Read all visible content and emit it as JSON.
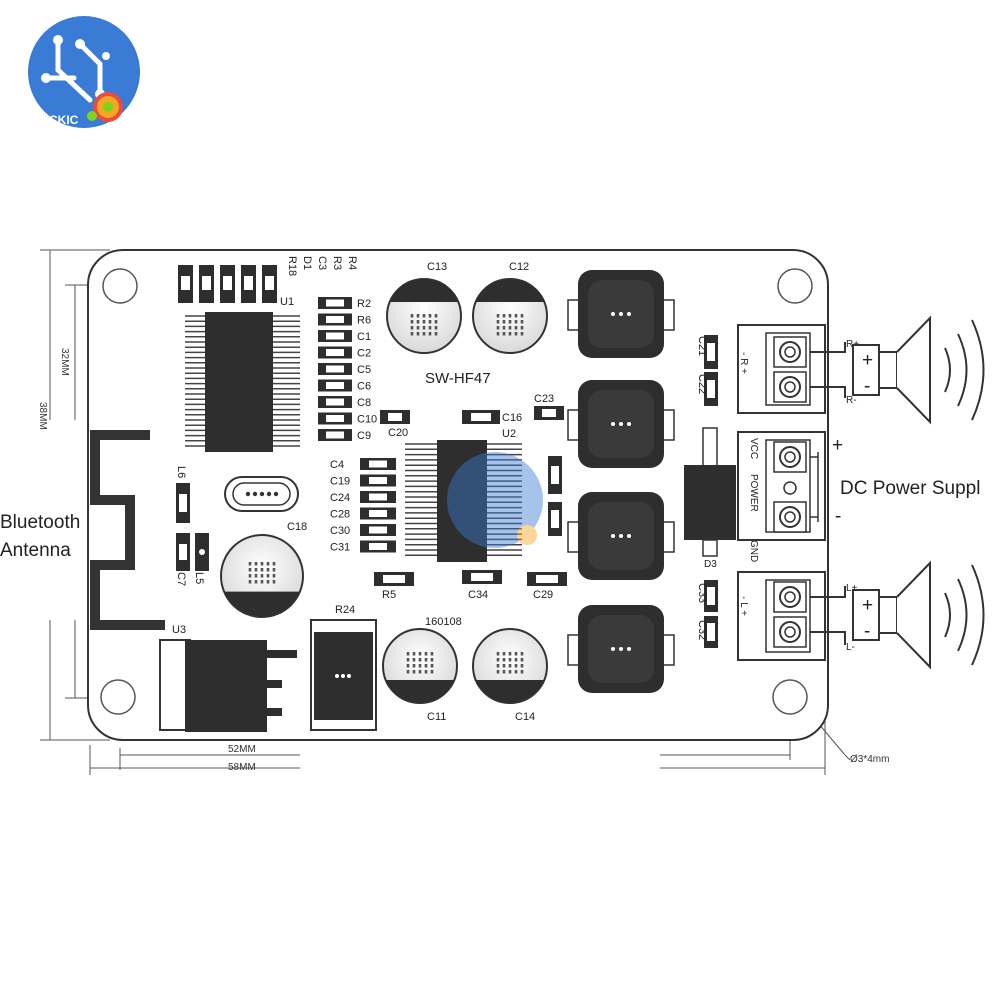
{
  "logo": {
    "brand": "OCCKIC",
    "circle_color": "#3a7bd5",
    "gear_colors": [
      "#e94b3c",
      "#f5a623",
      "#7ed321"
    ]
  },
  "board": {
    "model": "SW-HF47",
    "chip_code": "160108",
    "chips": {
      "u1": "U1",
      "u2": "U2",
      "u3": "U3",
      "r24": "R24"
    },
    "capacitors": {
      "c13": "C13",
      "c12": "C12",
      "c11": "C11",
      "c14": "C14",
      "c18": "C18"
    },
    "top_small": [
      "R18",
      "D1",
      "C3",
      "R3",
      "R4"
    ],
    "left_column": [
      "R2",
      "R6",
      "C1",
      "C2",
      "C5",
      "C6",
      "C8",
      "C10",
      "C9"
    ],
    "lower_column": [
      "C4",
      "C19",
      "C24",
      "C28",
      "C30",
      "C31"
    ],
    "misc": {
      "c20": "C20",
      "c16": "C16",
      "c23": "C23",
      "r5": "R5",
      "c34": "C34",
      "c29": "C29",
      "l6": "L6",
      "c7": "C7",
      "l5": "L5",
      "c21": "C21",
      "c22": "C22",
      "c33": "C33",
      "c32": "C32",
      "d3": "D3"
    },
    "terminal_labels": {
      "r_pin": "- R +",
      "l_pin": "- L +",
      "vcc": "VCC",
      "power": "POWER",
      "gnd": "GND"
    }
  },
  "annotations": {
    "bluetooth": "Bluetooth",
    "antenna": "Antenna",
    "dc_power": "DC Power Suppl",
    "plus": "+",
    "minus": "-",
    "right_speaker": {
      "plus_pin": "R+",
      "minus_pin": "R-"
    },
    "left_speaker": {
      "plus_pin": "L+",
      "minus_pin": "L-"
    }
  },
  "dimensions": {
    "width_inner": "52MM",
    "width_outer": "58MM",
    "height_inner": "32MM",
    "height_outer": "38MM",
    "hole": "Ø3*4mm"
  }
}
